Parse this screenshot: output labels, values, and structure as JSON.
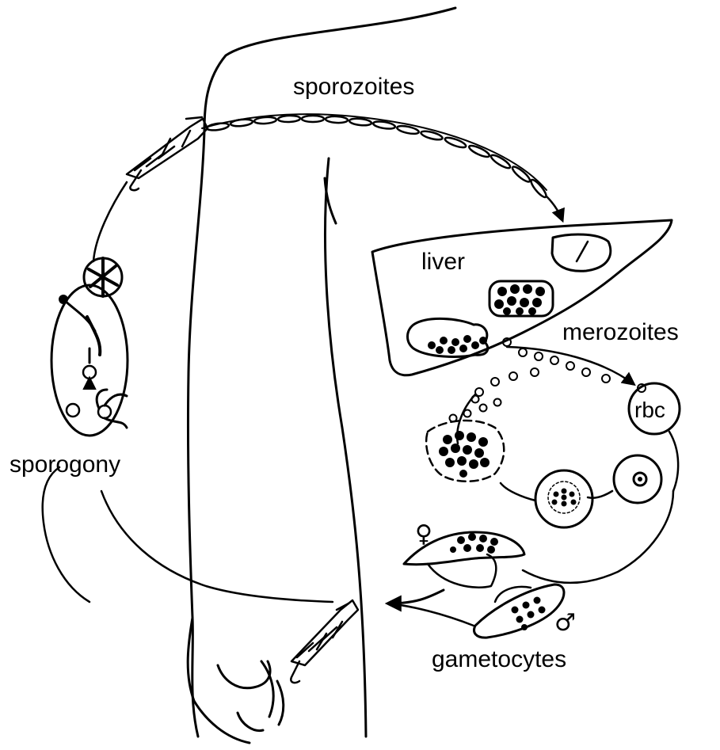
{
  "labels": {
    "sporozoites": "sporozoites",
    "liver": "liver",
    "merozoites": "merozoites",
    "rbc": "rbc",
    "sporogony": "sporogony",
    "gametocytes": "gametocytes",
    "female_symbol": "♀",
    "male_symbol": "♂"
  },
  "colors": {
    "ink": "#000000",
    "paper": "#ffffff"
  }
}
